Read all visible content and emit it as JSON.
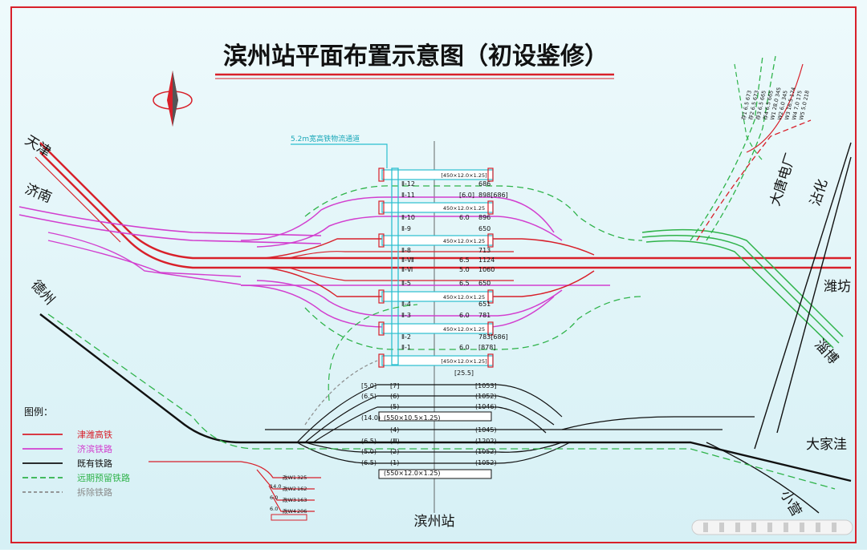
{
  "title": "滨州站平面布置示意图（初设鉴修）",
  "colors": {
    "background": "#dff4f8",
    "border": "#d8202a",
    "high_speed": "#d8202a",
    "jibin": "#d23fcf",
    "existing": "#111111",
    "reserved": "#2fb34a",
    "removed": "#8a8a8a",
    "channel": "#2bbfcf"
  },
  "cities": {
    "tianjin": "天津",
    "jinan": "济南",
    "dezhou": "德州",
    "datang": "大唐电厂",
    "zhanhua": "沾化",
    "weifang": "潍坊",
    "zibo": "淄博",
    "dajiawa": "大家洼",
    "xiaoying": "小营"
  },
  "channel_label": "5.2m宽高铁物流通道",
  "station_name": "滨州站",
  "upper_tracks": [
    {
      "id": "Ⅱ-12",
      "spacing": "",
      "length": "686"
    },
    {
      "id": "Ⅱ-11",
      "spacing": "[6.0]",
      "length": "898[686]"
    },
    {
      "id": "Ⅱ-10",
      "spacing": "6.0",
      "length": "896"
    },
    {
      "id": "Ⅱ-9",
      "spacing": "",
      "length": "650"
    },
    {
      "id": "Ⅱ-8",
      "spacing": "",
      "length": "713"
    },
    {
      "id": "Ⅱ-Ⅶ",
      "spacing": "6.5",
      "length": "1124"
    },
    {
      "id": "Ⅱ-Ⅵ",
      "spacing": "5.0",
      "length": "1060"
    },
    {
      "id": "Ⅱ-5",
      "spacing": "6.5",
      "length": "650"
    },
    {
      "id": "Ⅱ-4",
      "spacing": "",
      "length": "651"
    },
    {
      "id": "Ⅱ-3",
      "spacing": "6.0",
      "length": "781"
    },
    {
      "id": "Ⅱ-2",
      "spacing": "",
      "length": "783[686]"
    },
    {
      "id": "Ⅱ-1",
      "spacing": "6.0",
      "length": "[878]"
    }
  ],
  "platforms_upper": [
    "[450×12.0×1.25]",
    "450×12.0×1.25",
    "450×12.0×1.25",
    "450×12.0×1.25",
    "450×12.0×1.25",
    "[450×12.0×1.25]"
  ],
  "upper_extra": "[25.5]",
  "lower_tracks": [
    {
      "spacing": "[5.0]",
      "id": "[7]",
      "length": "[1053]"
    },
    {
      "spacing": "(6.5)",
      "id": "(6)",
      "length": "(1052)"
    },
    {
      "spacing": "",
      "id": "(5)",
      "length": "(1046)"
    },
    {
      "spacing": "(14.0)",
      "id": "(550×10.5×1.25)",
      "length": ""
    },
    {
      "spacing": "",
      "id": "(4)",
      "length": "(1045)"
    },
    {
      "spacing": "(6.5)",
      "id": "(Ⅲ)",
      "length": "(1202)"
    },
    {
      "spacing": "(5.0)",
      "id": "(2)",
      "length": "(1052)"
    },
    {
      "spacing": "(6.5)",
      "id": "(1)",
      "length": "(1052)"
    },
    {
      "spacing": "",
      "id": "(550×12.0×1.25)",
      "length": ""
    }
  ],
  "left_sidings": [
    {
      "spacing": "",
      "name": "改W1",
      "length": "325"
    },
    {
      "spacing": "14.0",
      "name": "改W2",
      "length": "162"
    },
    {
      "spacing": "6.0",
      "name": "改W3",
      "length": "163"
    },
    {
      "spacing": "6.0",
      "name": "改W4",
      "length": "206"
    }
  ],
  "ne_sidings": [
    "存1 6.5 673",
    "存2 6.5 673",
    "存3 6.5 665",
    "存4 6.5 665",
    "W1 28.0 345",
    "W2 6.0 345",
    "W3 16.5 174",
    "W4 7.0 175",
    "W5 5.0 218"
  ],
  "legend": {
    "title": "图例：",
    "items": [
      {
        "label": "津潍高铁",
        "style": "high_speed"
      },
      {
        "label": "济滨铁路",
        "style": "jibin"
      },
      {
        "label": "既有铁路",
        "style": "existing"
      },
      {
        "label": "远期预留铁路",
        "style": "reserved"
      },
      {
        "label": "拆除铁路",
        "style": "removed"
      }
    ]
  }
}
